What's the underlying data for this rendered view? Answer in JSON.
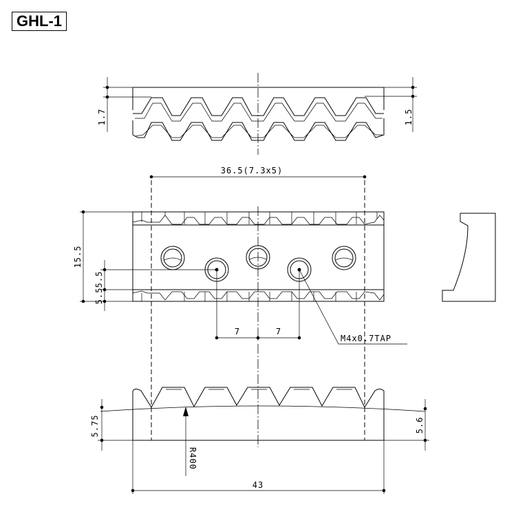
{
  "title": "GHL-1",
  "dimensions": {
    "top_left_height": "1.7",
    "top_right_height": "1.5",
    "tooth_span": "36.5(7.3x5)",
    "overall_height": "15.5",
    "hole_height": "5.5",
    "lower_height": "5.5",
    "hole_pitch_left": "7",
    "hole_pitch_right": "7",
    "tap_note": "M4x0.7TAP",
    "left_height": "5.75",
    "right_height": "5.6",
    "radius": "R400",
    "overall_width": "43"
  }
}
